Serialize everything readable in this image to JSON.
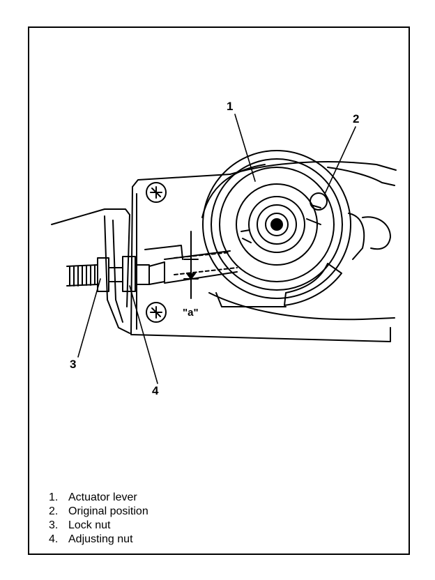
{
  "callouts": {
    "c1": "1",
    "c2": "2",
    "c3": "3",
    "c4": "4",
    "gap": "\"a\""
  },
  "legend": [
    {
      "num": "1.",
      "text": "Actuator lever"
    },
    {
      "num": "2.",
      "text": "Original position"
    },
    {
      "num": "3.",
      "text": "Lock nut"
    },
    {
      "num": "4.",
      "text": "Adjusting nut"
    }
  ]
}
